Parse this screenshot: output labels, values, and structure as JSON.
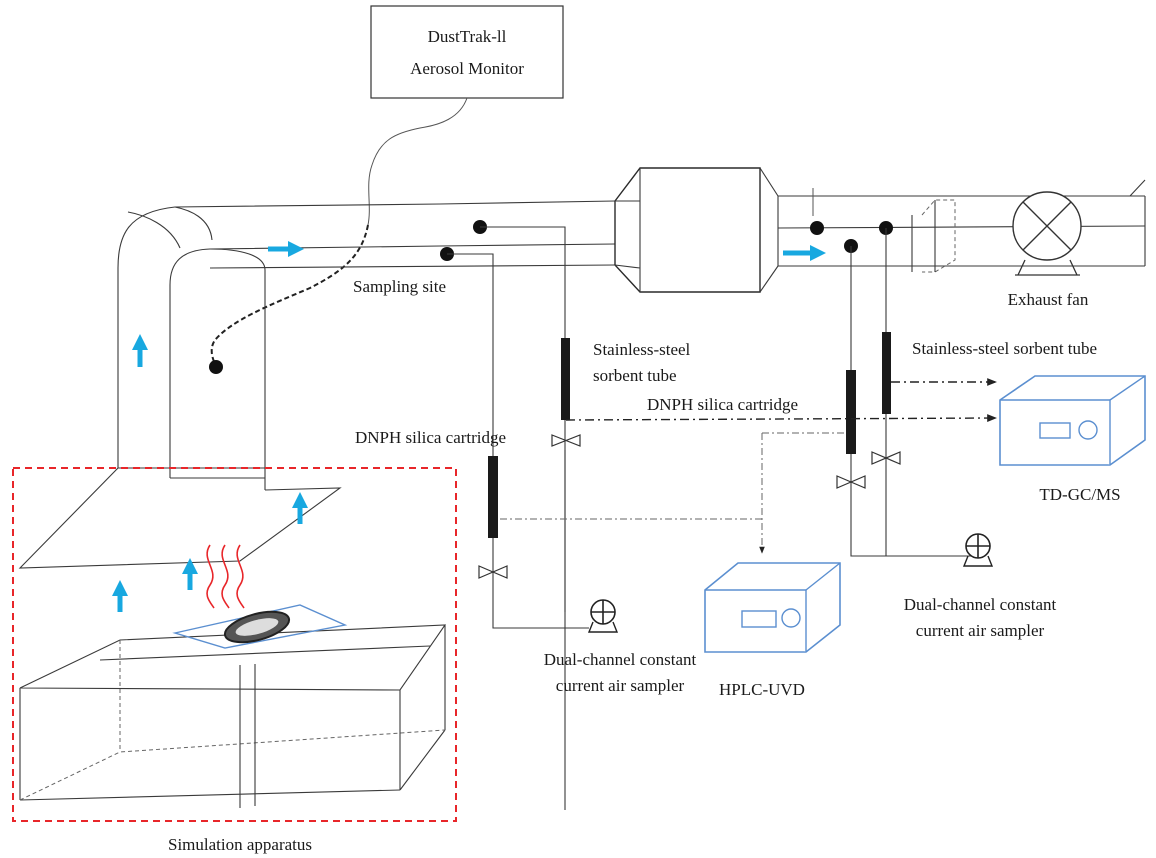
{
  "labels": {
    "monitor_line1": "DustTrak-ll",
    "monitor_line2": "Aerosol Monitor",
    "sampling_site": "Sampling site",
    "exhaust_fan": "Exhaust fan",
    "sorbent_left_line1": "Stainless-steel",
    "sorbent_left_line2": "sorbent tube",
    "sorbent_right": "Stainless-steel sorbent tube",
    "dnph_left": "DNPH silica cartridge",
    "dnph_right": "DNPH silica cartridge",
    "tdgcms": "TD-GC/MS",
    "hplc": "HPLC-UVD",
    "sampler_left_line1": "Dual-channel constant",
    "sampler_left_line2": "current air sampler",
    "sampler_right_line1": "Dual-channel constant",
    "sampler_right_line2": "current air sampler",
    "simulation": "Simulation apparatus"
  },
  "colors": {
    "flow_arrow": "#18a8e0",
    "instrument_outline": "#5b8fd0",
    "apparatus_boundary": "#e8262a",
    "heat_waves": "#e8262a"
  },
  "icons": {
    "pump": "circle-plus-pump-icon",
    "valve": "bowtie-valve-icon",
    "fan": "circle-x-fan-icon"
  }
}
